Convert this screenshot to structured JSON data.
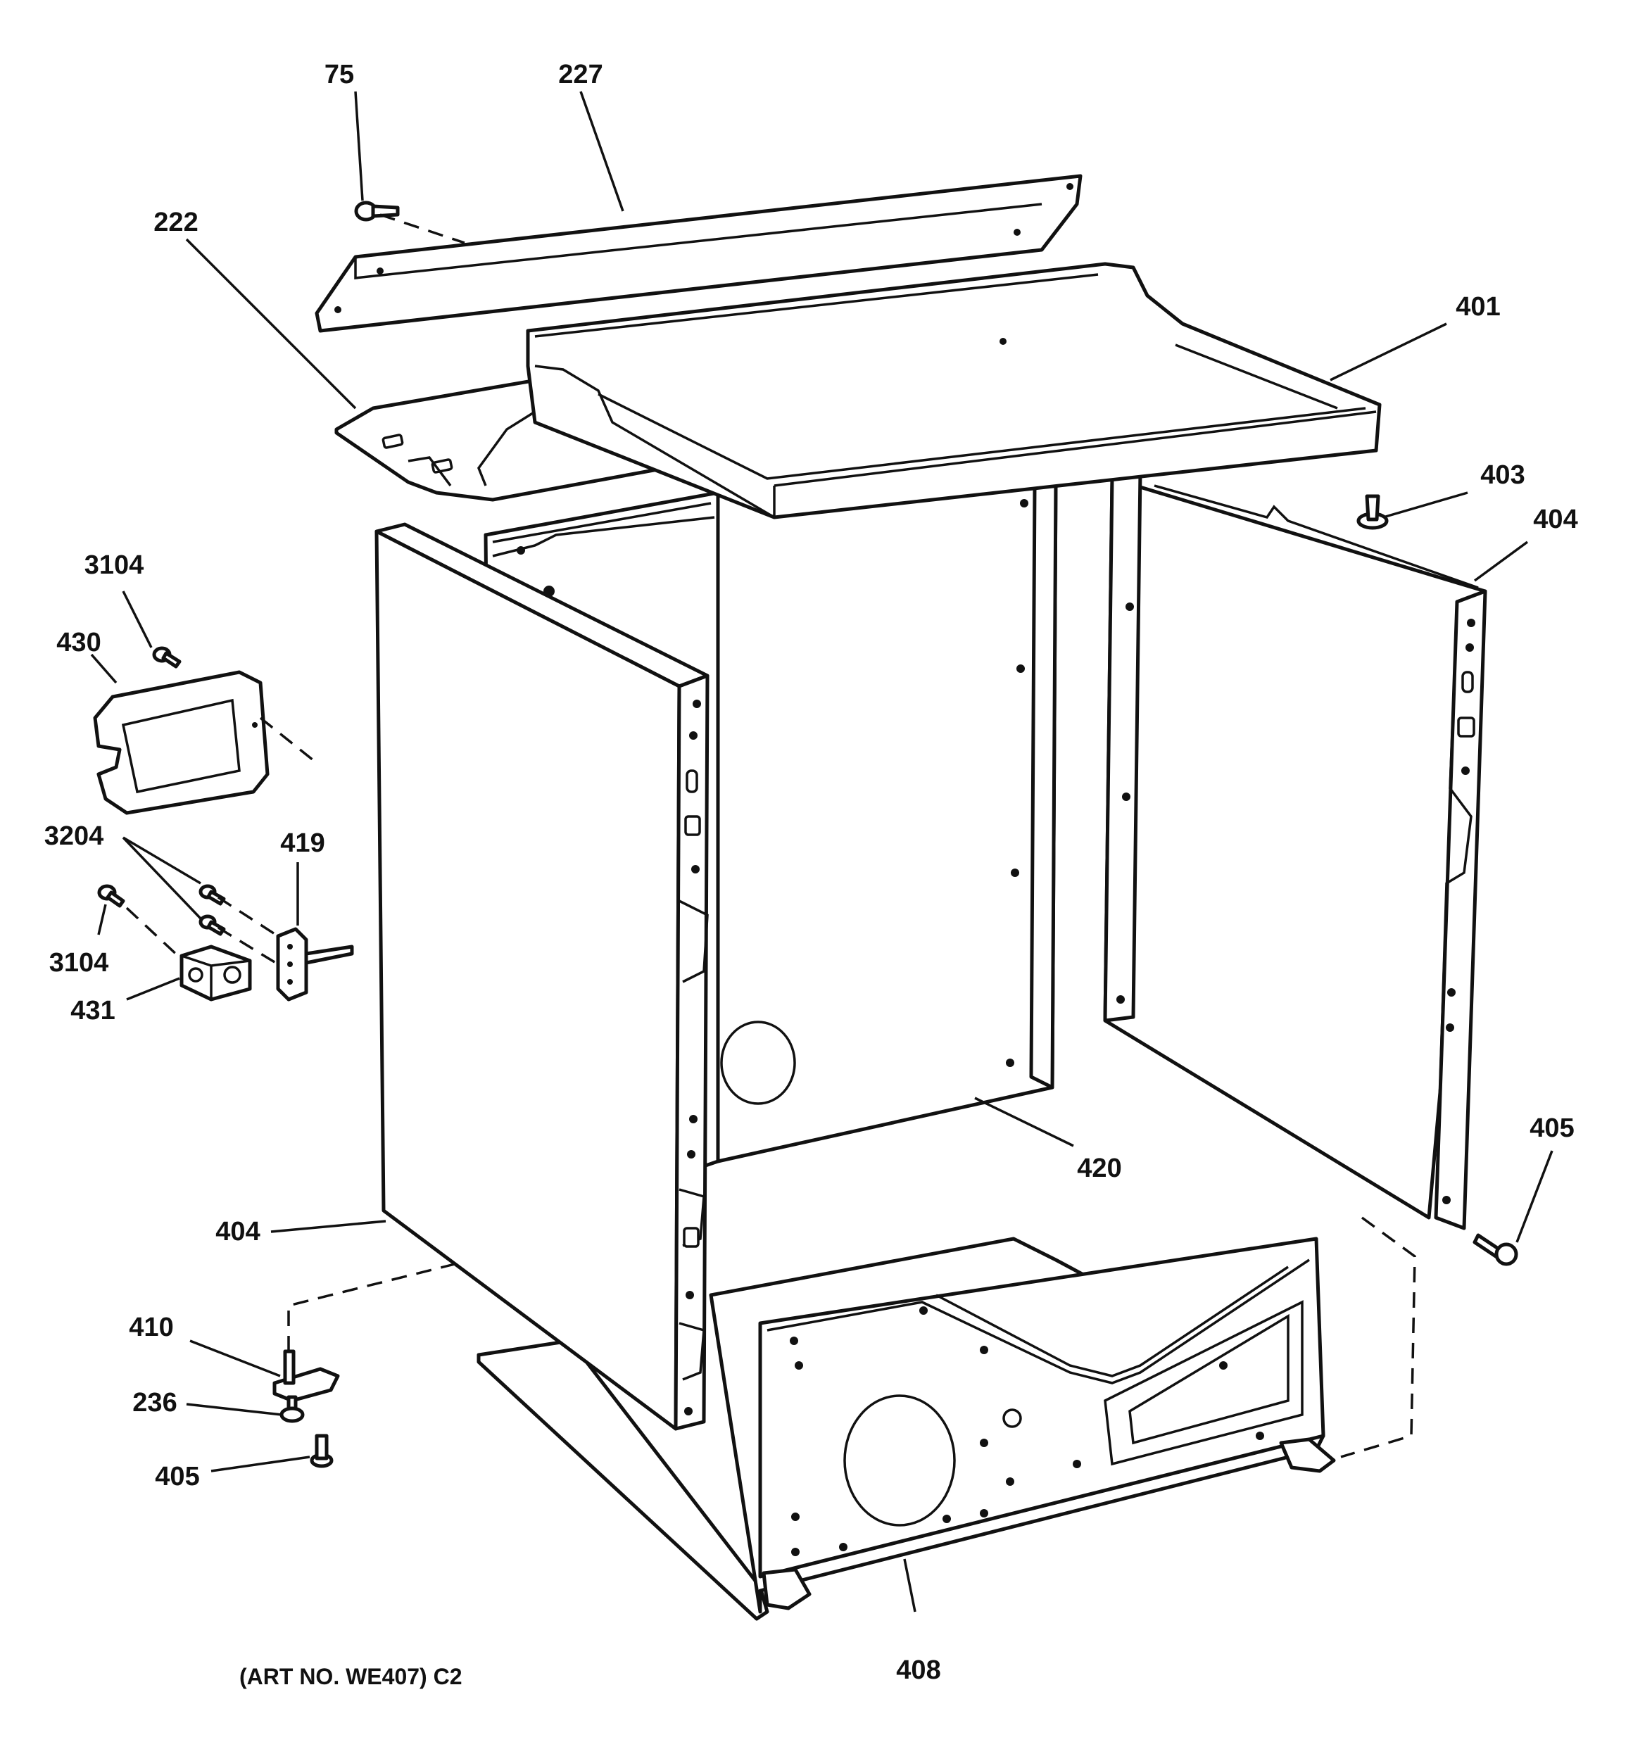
{
  "callouts": {
    "p75": "75",
    "p227": "227",
    "p222": "222",
    "p401": "401",
    "p403": "403",
    "p404_right": "404",
    "p3104_top": "3104",
    "p430": "430",
    "p3204": "3204",
    "p419": "419",
    "p3104_bottom": "3104",
    "p431": "431",
    "p420": "420",
    "p405_right": "405",
    "p404_left": "404",
    "p410": "410",
    "p236": "236",
    "p405_left": "405",
    "p408": "408"
  },
  "footer": {
    "art_number": "(ART NO. WE407) C2"
  }
}
